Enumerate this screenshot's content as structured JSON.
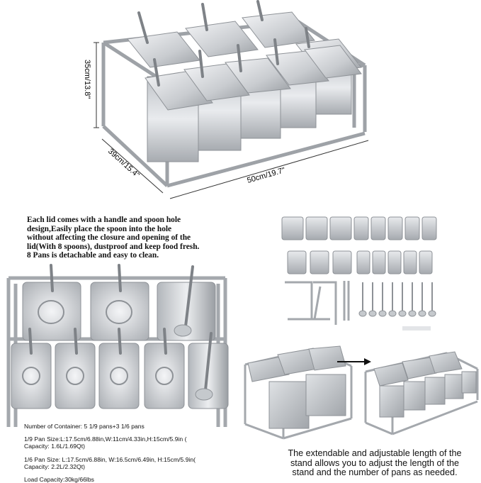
{
  "dimensions": {
    "height": "35cm/13.8\"",
    "depth": "39cm/15.4\"",
    "width": "50cm/19.7\""
  },
  "description_lines": [
    "Each lid comes with a handle and spoon hole",
    "design,Easily place the spoon into the hole",
    "without affecting the closure and opening of the",
    "lid(With 8 spoons), dustproof and keep food fresh.",
    " 8 Pans is detachable and easy to clean."
  ],
  "specs": {
    "container_count": "Number of Container: 5 1/9 pans+3 1/6 pans",
    "pan_19_line1": "1/9 Pan Size:L:17.5cm/6.88in,W:11cm/4.33in,H:15cm/5.9in (",
    "pan_19_line2": "Capacity: 1.6L/1.69Qt)",
    "pan_16_line1": "1/6 Pan Size: L:17.5cm/6.88in, W:16.5cm/6.49in, H:15cm/5.9in(",
    "pan_16_line2": "Capacity: 2.2L/2.32Qt)",
    "load": "Load Capacity:30kg/66lbs"
  },
  "caption_lines": [
    "The extendable and adjustable length of the",
    "stand allows you to adjust the length of the",
    "stand and the number of pans as needed."
  ],
  "colors": {
    "steel": "#c9ccd0",
    "steel_dark": "#8e9297",
    "steel_light": "#eef0f2"
  }
}
